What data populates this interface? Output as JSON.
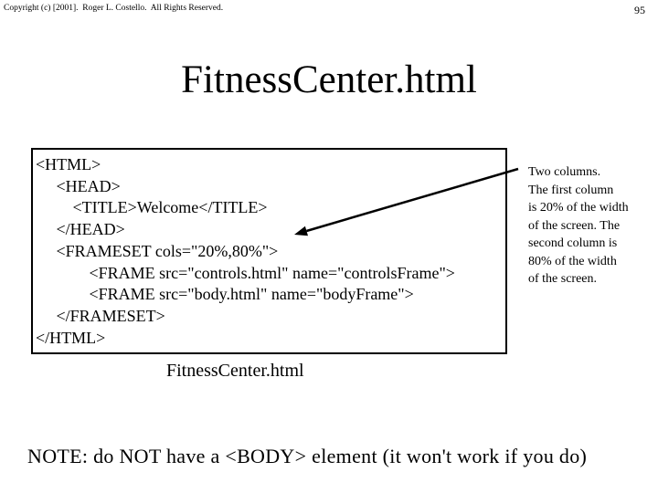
{
  "slide": {
    "copyright": "Copyright (c) [2001].  Roger L. Costello.  All Rights Reserved.",
    "page_number": "95",
    "title": "FitnessCenter.html",
    "code_box": {
      "code": "<HTML>\n     <HEAD>\n         <TITLE>Welcome</TITLE>\n     </HEAD>\n     <FRAMESET cols=\"20%,80%\">\n             <FRAME src=\"controls.html\" name=\"controlsFrame\">\n             <FRAME src=\"body.html\" name=\"bodyFrame\">\n     </FRAMESET>\n</HTML>"
    },
    "annotation": "Two columns.\nThe first column\nis 20% of the width\nof the screen. The\nsecond column is\n80% of the width\nof the screen.",
    "caption": "FitnessCenter.html",
    "note": "NOTE: do NOT have a <BODY> element (it won't work if you do)",
    "colors": {
      "background": "#ffffff",
      "text": "#000000",
      "border": "#000000",
      "arrow": "#000000"
    }
  }
}
